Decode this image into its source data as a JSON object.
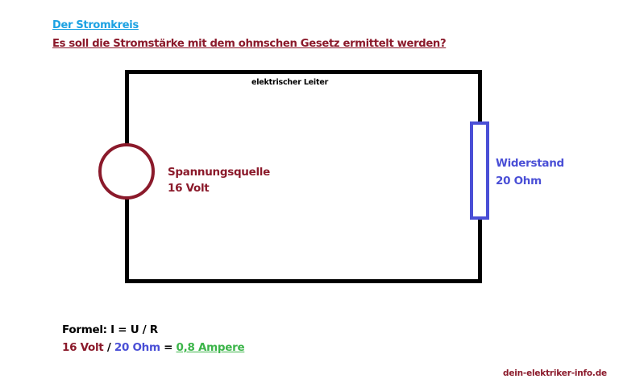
{
  "header": {
    "title": "Der Stromkreis",
    "question": "Es soll die Stromstärke mit dem ohmschen Gesetz ermittelt werden?"
  },
  "circuit": {
    "wire_label": "elektrischer Leiter",
    "source": {
      "label": "Spannungsquelle",
      "value": "16 Volt",
      "icon": "voltage-source-circle",
      "color": "#8b1a2b"
    },
    "resistor": {
      "label": "Widerstand",
      "value": "20 Ohm",
      "icon": "resistor-rectangle",
      "color": "#4a4fd6"
    },
    "wire_color": "#000000"
  },
  "formula": {
    "text": "Formel: I = U / R",
    "voltage": "16 Volt",
    "divide": " / ",
    "resistance": "20 Ohm",
    "equals": " = ",
    "result": "0,8 Ampere",
    "result_color": "#3cb54a"
  },
  "footer": {
    "source": "dein-elektriker-info.de"
  }
}
